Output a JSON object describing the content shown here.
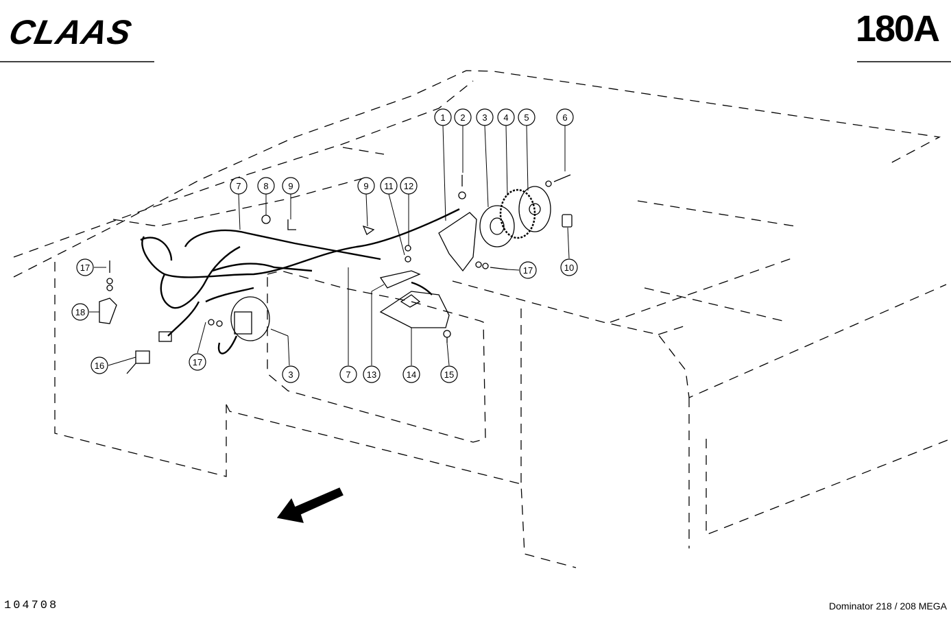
{
  "header": {
    "brand": "CLAAS",
    "page_number": "180A"
  },
  "footer": {
    "drawing_id": "104708",
    "model": "Dominator 218 / 208 MEGA"
  },
  "callouts": [
    {
      "id": "c1",
      "label": "1"
    },
    {
      "id": "c2",
      "label": "2"
    },
    {
      "id": "c3",
      "label": "3"
    },
    {
      "id": "c4",
      "label": "4"
    },
    {
      "id": "c5",
      "label": "5"
    },
    {
      "id": "c6",
      "label": "6"
    },
    {
      "id": "c7a",
      "label": "7"
    },
    {
      "id": "c8",
      "label": "8"
    },
    {
      "id": "c9a",
      "label": "9"
    },
    {
      "id": "c9b",
      "label": "9"
    },
    {
      "id": "c11",
      "label": "11"
    },
    {
      "id": "c12",
      "label": "12"
    },
    {
      "id": "c17a",
      "label": "17"
    },
    {
      "id": "c10",
      "label": "10"
    },
    {
      "id": "c17b",
      "label": "17"
    },
    {
      "id": "c18",
      "label": "18"
    },
    {
      "id": "c16",
      "label": "16"
    },
    {
      "id": "c17c",
      "label": "17"
    },
    {
      "id": "c3b",
      "label": "3"
    },
    {
      "id": "c7b",
      "label": "7"
    },
    {
      "id": "c13",
      "label": "13"
    },
    {
      "id": "c14",
      "label": "14"
    },
    {
      "id": "c15",
      "label": "15"
    }
  ]
}
